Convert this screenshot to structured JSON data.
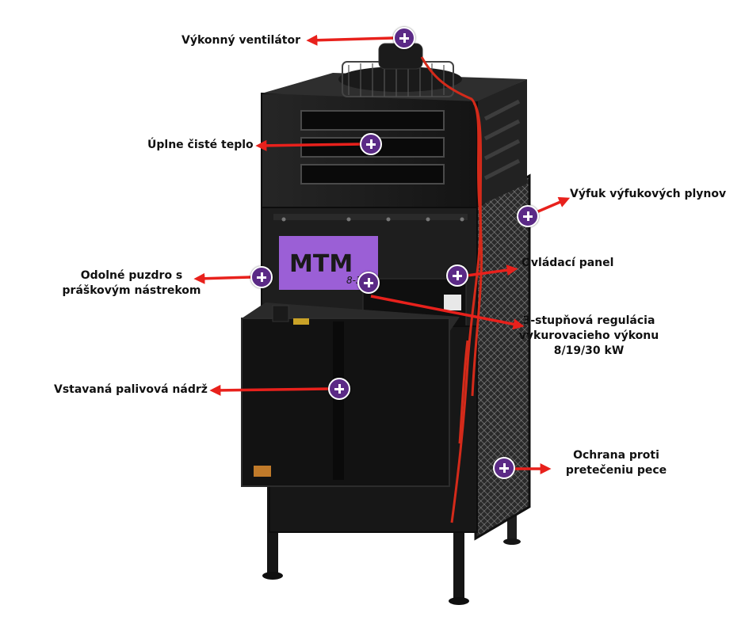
{
  "brand": {
    "logo_text": "MTM",
    "model_text": "8-3"
  },
  "callouts": [
    {
      "id": "fan",
      "text": "Výkonný ventilátor"
    },
    {
      "id": "heat",
      "text": "Úplne čisté teplo"
    },
    {
      "id": "exhaust",
      "text": "Výfuk výfukových plynov"
    },
    {
      "id": "panel",
      "text": "Ovládací panel"
    },
    {
      "id": "housing",
      "lines": [
        "Odolné puzdro s",
        "práškovým nástrekom"
      ]
    },
    {
      "id": "regulation",
      "lines": [
        "3-stupňová regulácia",
        "vykurovacieho výkonu",
        "8/19/30 kW"
      ]
    },
    {
      "id": "tank",
      "text": "Vstavaná palivová nádrž"
    },
    {
      "id": "overflow",
      "lines": [
        "Ochrana proti",
        "pretečeniu pece"
      ]
    }
  ],
  "colors": {
    "hotspot": "#5b2a86",
    "arrow": "#e8211c",
    "cabinet": "#1c1c1c",
    "logo_plate": "#9b5fd6",
    "cable": "#d42a1a"
  },
  "icons": {
    "hotspot": "plus-circle-icon",
    "arrow": "arrow-icon"
  }
}
